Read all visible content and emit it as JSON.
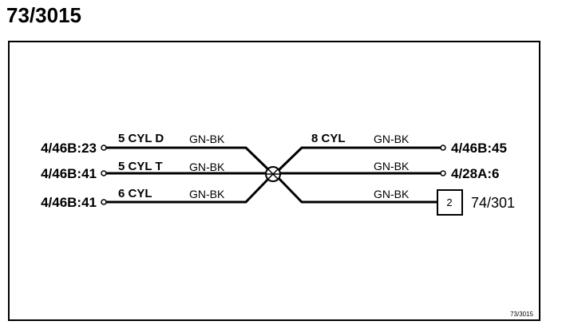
{
  "diagram": {
    "title": "73/3015",
    "figure_code": "73/3015",
    "wire_color": "GN-BK",
    "left_wires": [
      {
        "terminal": "4/46B:23",
        "variant": "5 CYL D",
        "color": "GN-BK"
      },
      {
        "terminal": "4/46B:41",
        "variant": "5 CYL T",
        "color": "GN-BK"
      },
      {
        "terminal": "4/46B:41",
        "variant": "6 CYL",
        "color": "GN-BK"
      }
    ],
    "right_wires": [
      {
        "terminal": "4/46B:45",
        "variant": "8 CYL",
        "color": "GN-BK"
      },
      {
        "terminal": "4/28A:6",
        "variant": "",
        "color": "GN-BK"
      },
      {
        "terminal": "74/301",
        "variant": "",
        "color": "GN-BK",
        "connector_pin": "2"
      }
    ],
    "junction": "splice-point"
  }
}
